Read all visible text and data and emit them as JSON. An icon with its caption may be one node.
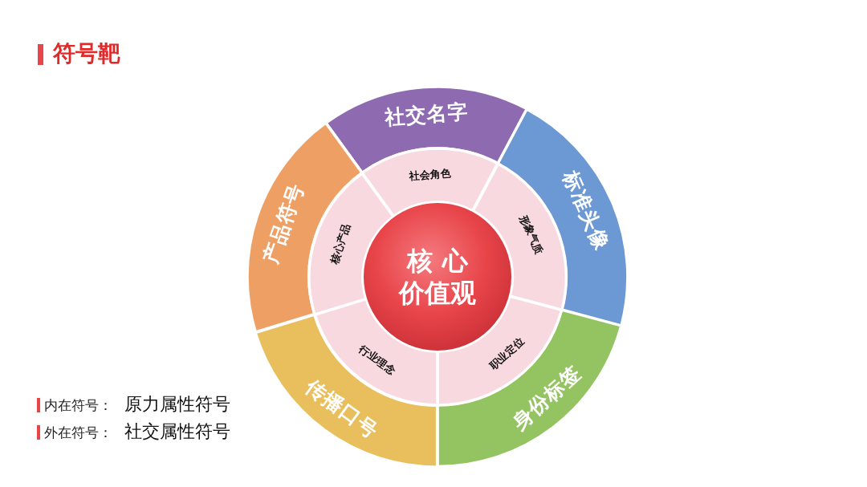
{
  "diagram": {
    "title": "符号靶",
    "nodes": [
      {
        "text": [
          "社交名字"
        ]
      },
      {
        "text": [
          "标准头像"
        ]
      },
      {
        "text": [
          "身份标签"
        ]
      },
      {
        "text": [
          "传播口号"
        ]
      },
      {
        "text": [
          "产品符号"
        ]
      },
      {
        "text": [
          "社会角色"
        ]
      },
      {
        "text": [
          "形象气质"
        ]
      },
      {
        "text": [
          "职业定位"
        ]
      },
      {
        "text": [
          "行业理念"
        ]
      },
      {
        "text": [
          "核心产品"
        ]
      },
      {
        "text": [
          "核 心",
          "价值观"
        ]
      }
    ],
    "labels": [
      "内在符号：",
      "原力属性符号",
      "外在符号：",
      "社交属性符号"
    ]
  }
}
